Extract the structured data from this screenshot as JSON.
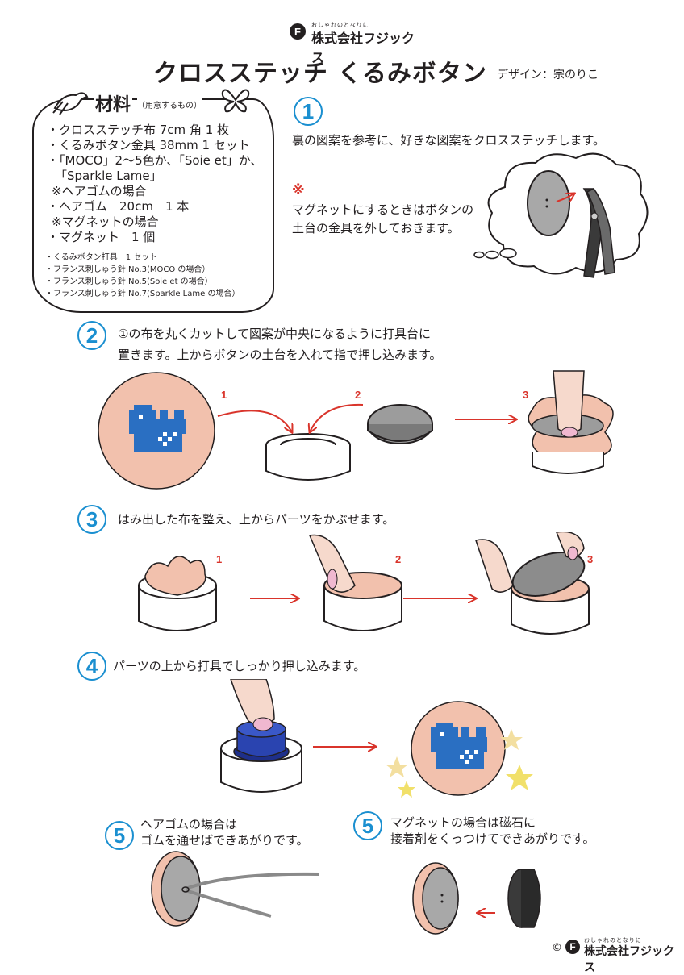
{
  "header": {
    "brand_tagline": "おしゃれのとなりに",
    "brand_name": "株式会社フジックス",
    "title": "クロスステッチ くるみボタン",
    "designer": "デザイン：宗のりこ"
  },
  "materials": {
    "heading": "材料",
    "heading_note": "（用意するもの）",
    "items": [
      "・クロスステッチ布 7cm 角 1 枚",
      "・くるみボタン金具 38mm 1 セット",
      "・「MOCO」2〜5色か、「Soie et」か、",
      "「Sparkle Lame」",
      "※ヘアゴムの場合",
      "・ヘアゴム　20cm　1 本",
      "※マグネットの場合",
      "・マグネット　1 個"
    ],
    "tools": [
      "・くるみボタン打具　1 セット",
      "・フランス刺しゅう針 No.3(MOCO の場合）",
      "・フランス刺しゅう針 No.5(Soie et の場合）",
      "・フランス刺しゅう針 No.7(Sparkle Lame の場合）"
    ]
  },
  "steps": {
    "s1": {
      "num": "1",
      "text": "裏の図案を参考に、好きな図案をクロスステッチします。"
    },
    "note": {
      "mark": "※",
      "line1": "マグネットにするときはボタンの",
      "line2": "土台の金具を外しておきます。"
    },
    "s2": {
      "num": "2",
      "line1": "①の布を丸くカットして図案が中央になるように打具台に",
      "line2": "置きます。上からボタンの土台を入れて指で押し込みます。"
    },
    "s3": {
      "num": "3",
      "text": "はみ出した布を整え、上からパーツをかぶせます。"
    },
    "s4": {
      "num": "4",
      "text": "パーツの上から打具でしっかり押し込みます。"
    },
    "s5a": {
      "num": "5",
      "line1": "ヘアゴムの場合は",
      "line2": "ゴムを通せばできあがりです。"
    },
    "s5b": {
      "num": "5",
      "line1": "マグネットの場合は磁石に",
      "line2": "接着剤をくっつけてできあがりです。"
    }
  },
  "sub_labels": [
    "1",
    "2",
    "3"
  ],
  "footer": {
    "copyright": "©",
    "brand_tagline": "おしゃれのとなりに",
    "brand_name": "株式会社フジックス"
  },
  "colors": {
    "accent_blue": "#1a8fd0",
    "arrow_red": "#d9342b",
    "fabric_pink": "#f2c1ad",
    "motif_blue": "#2a6fc2"
  }
}
